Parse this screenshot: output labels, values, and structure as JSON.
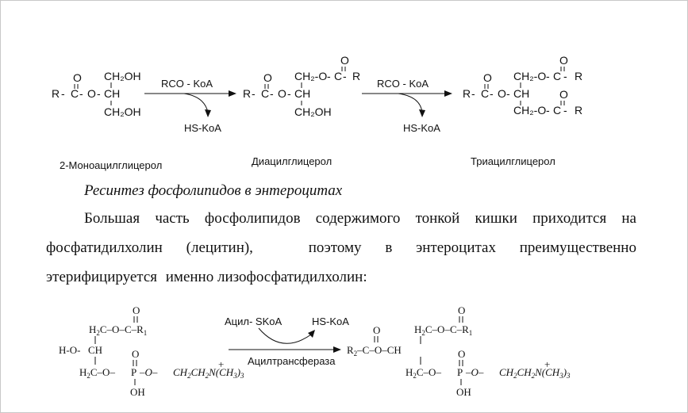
{
  "scheme1": {
    "compound1": "2-Моноацилглицерол",
    "compound2": "Диацилглицерол",
    "compound3": "Триацилглицерол",
    "reagent": "RCO - KoA",
    "byproduct": "HS-KoA",
    "atoms": {
      "R": "R",
      "C": "C",
      "O": "O",
      "CH": "CH",
      "CH2OH": "CH₂OH",
      "CH2O": "CH₂-O",
      "CH2Oshort": "CH₂-O"
    }
  },
  "heading": "Ресинтез фосфолипидов в энтероцитах",
  "paragraph": {
    "line1": [
      "Большая",
      "часть",
      "фосфолипидов",
      "содержимого",
      "тонкой",
      "кишки",
      "приходится",
      "на"
    ],
    "line2": [
      "фосфатидилхолин",
      "(лецитин),",
      "поэтому",
      "в",
      "энтероцитах",
      "преимущественно"
    ],
    "line3": [
      "этерифицируется",
      "именно лизофосфатидилхолин:"
    ]
  },
  "scheme2": {
    "reagent_top": "Ацил- SKoA",
    "byproduct_top": "HS-KoA",
    "enzyme": "Ацилтрансфераза",
    "ho": "H-O-",
    "r1": "R",
    "r2": "R",
    "p": "P",
    "oh": "OH",
    "choline": "-CH₂CH₂N(CH₃)₃",
    "plus": "+"
  }
}
